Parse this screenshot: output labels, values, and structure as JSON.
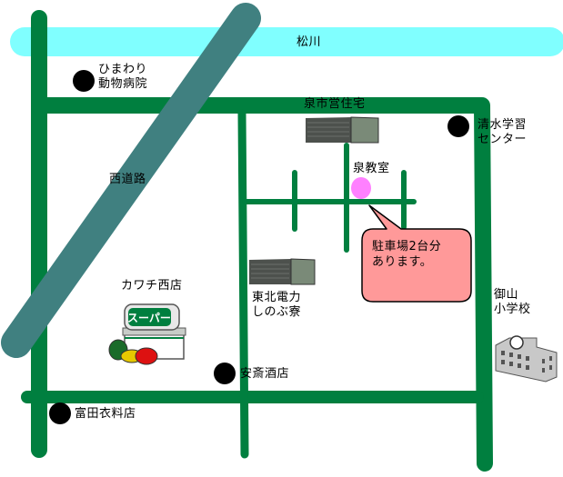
{
  "map": {
    "colors": {
      "road": "#007f3f",
      "river": "#80ffff",
      "west_road": "#408080",
      "classroom_marker": "#ff80ff",
      "bubble_fill": "#ff9999",
      "landmark_dot": "#000000"
    },
    "labels": {
      "river": "松川",
      "west_road": "西道路",
      "himawari_line1": "ひまわり",
      "himawari_line2": "動物病院",
      "shimizu_line1": "清水学習",
      "shimizu_line2": "センター",
      "housing": "泉市営住宅",
      "classroom": "泉教室",
      "parking_line1": "駐車場2台分",
      "parking_line2": "あります。",
      "tohoku_line1": "東北電力",
      "tohoku_line2": "しのぶ寮",
      "kawachi": "カワチ西店",
      "supermarket_sign": "スーパー",
      "mikuyama_line1": "御山",
      "mikuyama_line2": "小学校",
      "ansai": "安斎酒店",
      "tomita": "富田衣料店"
    },
    "icons": {
      "housing": "apartment-building-icon",
      "tohoku": "apartment-building-icon",
      "supermarket": "supermarket-icon",
      "school": "school-building-icon"
    }
  }
}
